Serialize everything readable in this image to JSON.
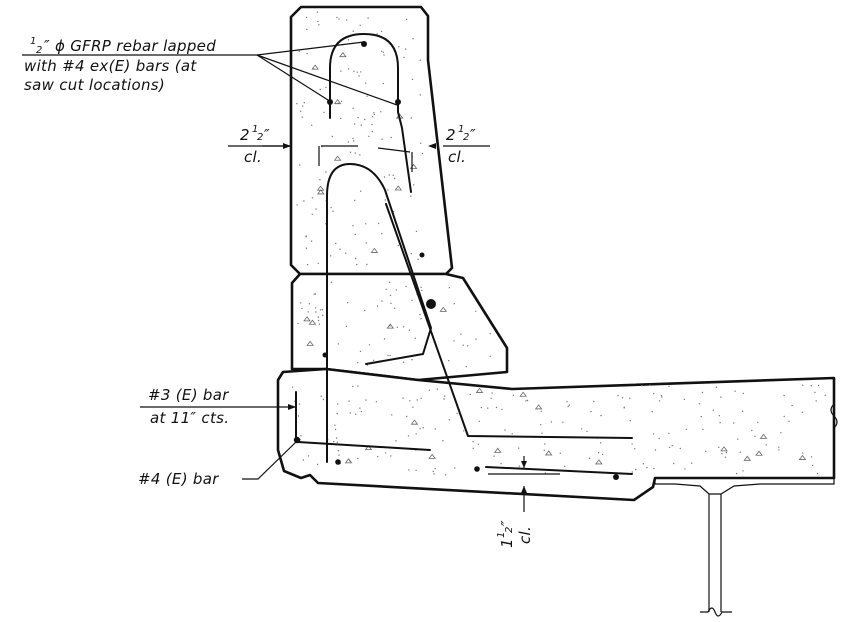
{
  "notes": {
    "gfrp_line1_frac": "1",
    "gfrp_line1_sub": "2",
    "gfrp_line1_rest": "″ ϕ GFRP rebar lapped",
    "gfrp_line2": "with #4 ex(E) bars (at",
    "gfrp_line3": "saw cut locations)",
    "clear_left_whole": "2",
    "clear_left_num": "1",
    "clear_left_den": "2",
    "clear_left_mark": "″",
    "clear_left_cl": "cl.",
    "clear_right_whole": "2",
    "clear_right_num": "1",
    "clear_right_den": "2",
    "clear_right_mark": "″",
    "clear_right_cl": "cl.",
    "bar3_line1": "#3 (E) bar",
    "bar3_line2": "at 11″ cts.",
    "bar4": "#4 (E) bar",
    "clear_bottom_whole": "1",
    "clear_bottom_num": "1",
    "clear_bottom_den": "2",
    "clear_bottom_mark": "″",
    "clear_bottom_cl": "cl."
  }
}
